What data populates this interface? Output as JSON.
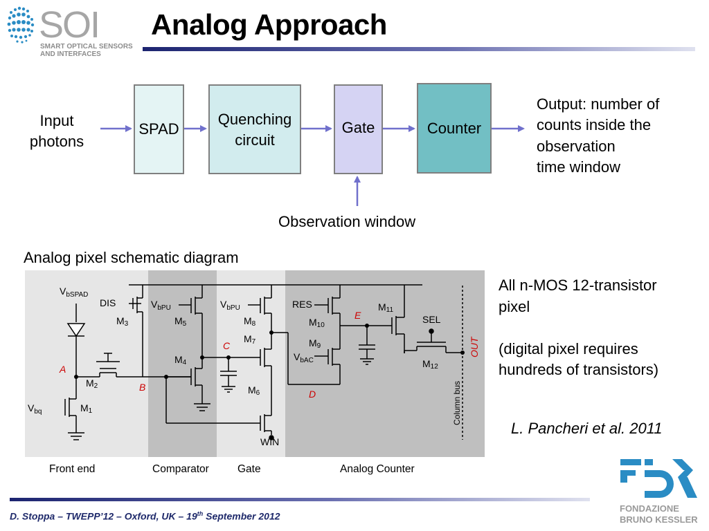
{
  "header": {
    "title": "Analog Approach",
    "logo": {
      "name": "SOI",
      "tagline_line1": "SMART OPTICAL SENSORS",
      "tagline_line2": "AND INTERFACES"
    }
  },
  "block_diagram": {
    "input_line1": "Input",
    "input_line2": "photons",
    "blocks": [
      {
        "label_line1": "SPAD",
        "label_line2": "",
        "color": "#e4f4f4"
      },
      {
        "label_line1": "Quenching",
        "label_line2": "circuit",
        "color": "#d2ecee"
      },
      {
        "label_line1": "Gate",
        "label_line2": "",
        "color": "#d5d3f3"
      },
      {
        "label_line1": "Counter",
        "label_line2": "",
        "color": "#72bfc4"
      }
    ],
    "output_lines": [
      "Output: number of",
      "counts inside the",
      "observation",
      "time window"
    ],
    "observation_label": "Observation window",
    "arrow_color": "#7070cc"
  },
  "schematic": {
    "heading": "Analog pixel schematic diagram",
    "sections": [
      "Front end",
      "Comparator",
      "Gate",
      "Analog Counter"
    ],
    "nodes": [
      "A",
      "B",
      "C",
      "D",
      "E"
    ],
    "out_label": "OUT",
    "column_bus": "Column bus",
    "labels": {
      "vbspad": "V",
      "vbspad_sub": "bSPAD",
      "dis": "DIS",
      "vbpu1": "V",
      "vbpu1_sub": "bPU",
      "vbpu2": "V",
      "vbpu2_sub": "bPU",
      "res": "RES",
      "sel": "SEL",
      "vbac": "V",
      "vbac_sub": "bAC",
      "vbq": "V",
      "vbq_sub": "bq",
      "win": "WIN",
      "m1": "M",
      "m1_sub": "1",
      "m2": "M",
      "m2_sub": "2",
      "m3": "M",
      "m3_sub": "3",
      "m4": "M",
      "m4_sub": "4",
      "m5": "M",
      "m5_sub": "5",
      "m6": "M",
      "m6_sub": "6",
      "m7": "M",
      "m7_sub": "7",
      "m8": "M",
      "m8_sub": "8",
      "m9": "M",
      "m9_sub": "9",
      "m10": "M",
      "m10_sub": "10",
      "m11": "M",
      "m11_sub": "11",
      "m12": "M",
      "m12_sub": "12"
    }
  },
  "notes": {
    "line1": "All n-MOS 12-transistor",
    "line2": "pixel",
    "line3": "(digital pixel requires",
    "line4": "hundreds of transistors)",
    "citation": "L. Pancheri et al. 2011"
  },
  "footer": {
    "text_before": "D. Stoppa – TWEPP’12 – Oxford, UK –  19",
    "sup": "th",
    "text_after": " September 2012"
  },
  "fbk_logo": {
    "line1": "FONDAZIONE",
    "line2": "BRUNO KESSLER"
  }
}
